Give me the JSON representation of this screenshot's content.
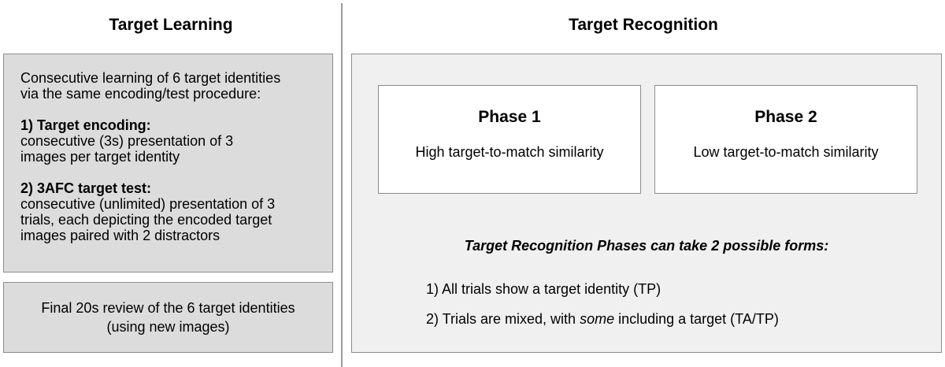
{
  "headings": {
    "left": "Target Learning",
    "right": "Target Recognition"
  },
  "learning": {
    "intro_line1": "Consecutive learning of 6 target identities",
    "intro_line2": "via the same encoding/test procedure:",
    "step1_title": "1) Target encoding:",
    "step1_line1": "consecutive (3s) presentation of 3",
    "step1_line2": "images per target identity",
    "step2_title": "2) 3AFC target test:",
    "step2_line1": "consecutive (unlimited) presentation of 3",
    "step2_line2": "trials, each depicting the encoded target",
    "step2_line3": "images paired with 2 distractors"
  },
  "review": {
    "line1": "Final 20s review of the 6 target identities",
    "line2": "(using new images)"
  },
  "recognition": {
    "phase1_title": "Phase 1",
    "phase1_desc": "High target-to-match similarity",
    "phase2_title": "Phase 2",
    "phase2_desc": "Low target-to-match similarity",
    "forms_title": "Target Recognition Phases can take 2 possible forms:",
    "form1": "1) All trials show a target identity (TP)",
    "form2_pre": "2) Trials are mixed, with ",
    "form2_em": "some",
    "form2_post": " including a target (TA/TP)"
  },
  "colors": {
    "learning_box": "#dcdcdc",
    "recognition_box": "#f0f0f0",
    "border": "#8c8c8c"
  }
}
